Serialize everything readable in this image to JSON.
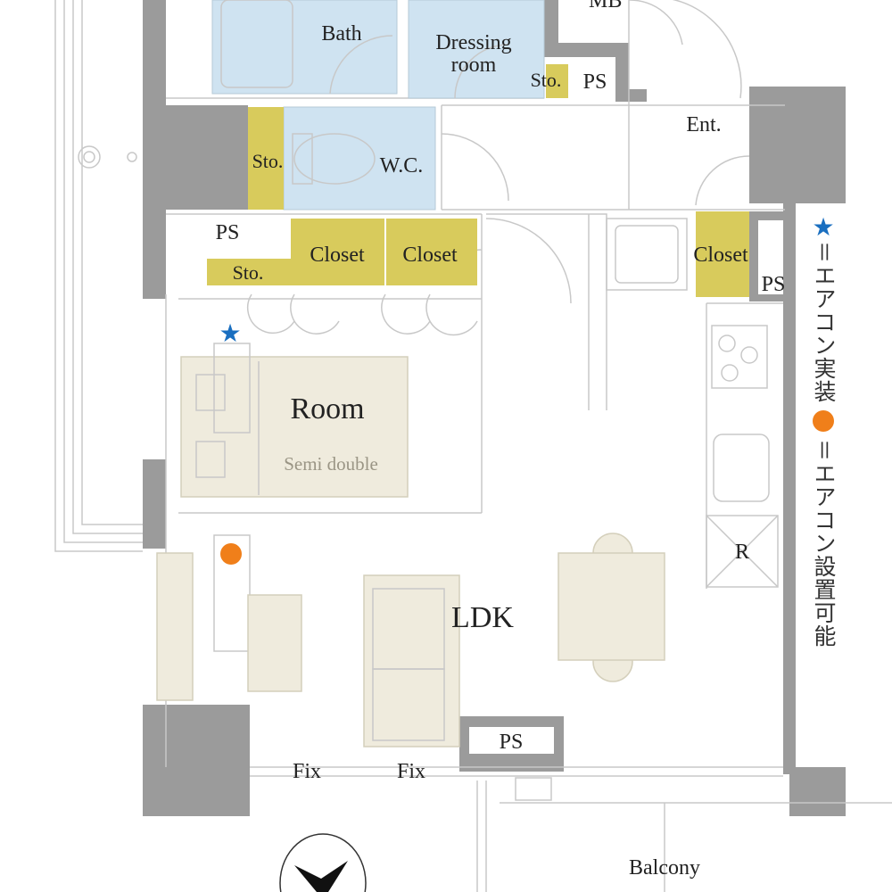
{
  "rooms": {
    "mb": "MB",
    "bath": "Bath",
    "dressing_line1": "Dressing",
    "dressing_line2": "room",
    "sto_top": "Sto.",
    "ps_top": "PS",
    "ent": "Ent.",
    "sto_wc": "Sto.",
    "wc": "W.C.",
    "ps_left": "PS",
    "sto_room": "Sto.",
    "closet1": "Closet",
    "closet2": "Closet",
    "closet_kitchen": "Closet",
    "ps_kitchen": "PS",
    "room": "Room",
    "bed": "Semi double",
    "ldk": "LDK",
    "fridge": "R",
    "ps_bottom": "PS",
    "fix1": "Fix",
    "fix2": "Fix",
    "balcony": "Balcony"
  },
  "legend": {
    "installed": "＝エアコン実装",
    "possible": "＝エアコン設置可能"
  },
  "colors": {
    "wall": "#9b9b9b",
    "wet_area": "#cfe3f1",
    "storage": "#d8cb5c",
    "furniture": "#efebdd",
    "ac_installed": "#1a6fc0",
    "ac_possible": "#f07f1a"
  }
}
